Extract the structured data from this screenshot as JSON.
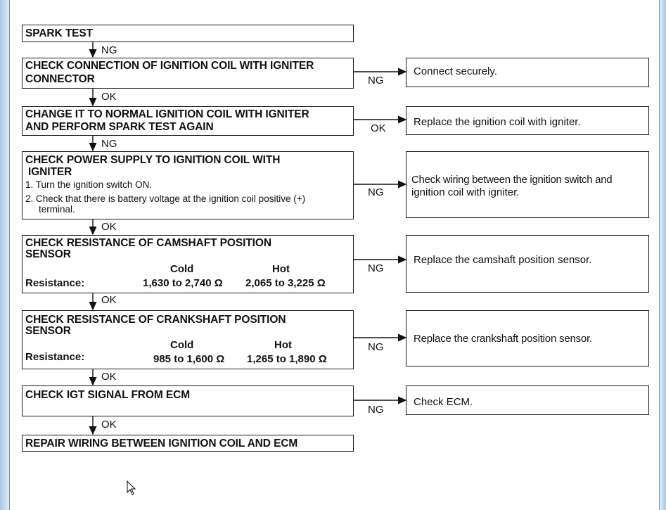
{
  "steps": [
    {
      "title": "SPARK TEST",
      "result": "NG"
    },
    {
      "title_line1": "CHECK CONNECTION OF IGNITION COIL WITH IGNITER",
      "title_line2": "CONNECTOR",
      "result": "OK",
      "branch_label": "NG",
      "branch_action": "Connect securely."
    },
    {
      "title_line1": "CHANGE IT TO NORMAL IGNITION COIL WITH IGNITER",
      "title_line2": "AND PERFORM SPARK TEST AGAIN",
      "result": "NG",
      "branch_label": "OK",
      "branch_action": "Replace the ignition coil with igniter."
    },
    {
      "title_line1": "CHECK POWER SUPPLY TO IGNITION COIL WITH",
      "title_line2": "IGNITER",
      "detail1": "1. Turn the ignition switch ON.",
      "detail2a": "2. Check that there is battery voltage at the ignition coil positive (+)",
      "detail2b": "terminal.",
      "result": "OK",
      "branch_label": "NG",
      "branch_action_line1": "Check wiring between the ignition switch and",
      "branch_action_line2": "ignition coil with igniter."
    },
    {
      "title_line1": "CHECK RESISTANCE OF CAMSHAFT POSITION",
      "title_line2": "SENSOR",
      "col_cold": "Cold",
      "col_hot": "Hot",
      "row_label": "Resistance:",
      "cold_value": "1,630 to 2,740 Ω",
      "hot_value": "2,065 to 3,225 Ω",
      "result": "OK",
      "branch_label": "NG",
      "branch_action": "Replace the camshaft position sensor."
    },
    {
      "title_line1": "CHECK RESISTANCE OF CRANKSHAFT POSITION",
      "title_line2": "SENSOR",
      "col_cold": "Cold",
      "col_hot": "Hot",
      "row_label": "Resistance:",
      "cold_value": "985 to 1,600 Ω",
      "hot_value": "1,265 to 1,890 Ω",
      "result": "OK",
      "branch_label": "NG",
      "branch_action": "Replace the crankshaft position sensor."
    },
    {
      "title": "CHECK IGT SIGNAL FROM ECM",
      "result": "OK",
      "branch_label": "NG",
      "branch_action": "Check ECM."
    },
    {
      "title": "REPAIR WIRING BETWEEN IGNITION COIL AND ECM"
    }
  ],
  "icons": {
    "cursor": "mouse-pointer-icon"
  }
}
